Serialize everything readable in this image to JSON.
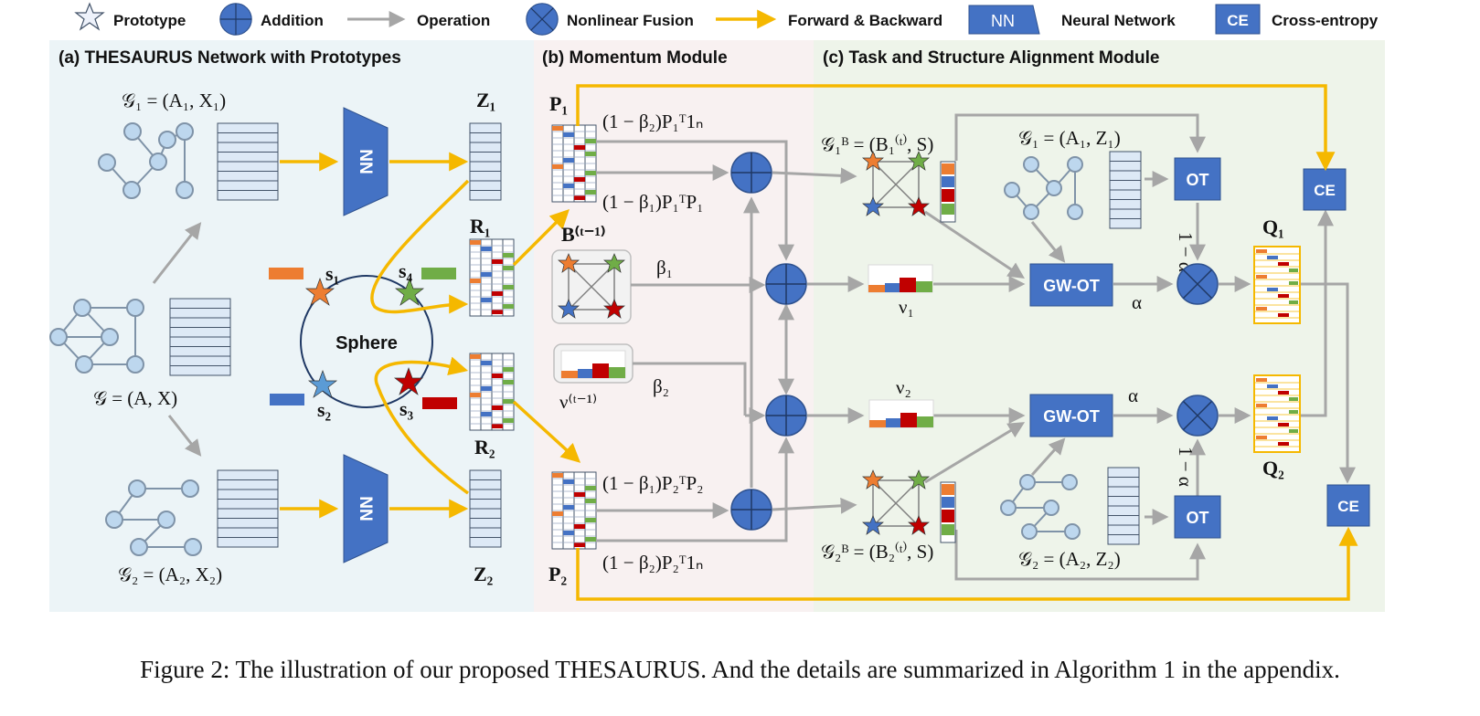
{
  "legend": {
    "prototype": "Prototype",
    "addition": "Addition",
    "operation": "Operation",
    "nonlinear": "Nonlinear Fusion",
    "forward": "Forward & Backward",
    "nn_box": "NN",
    "nn": "Neural Network",
    "ce_box": "CE",
    "ce": "Cross-entropy"
  },
  "panels": {
    "a_title": "(a) THESAURUS Network with Prototypes",
    "b_title": "(b) Momentum Module",
    "c_title": "(c) Task and Structure Alignment Module"
  },
  "panel_a": {
    "g1": "𝒢₁ = (A₁, X₁)",
    "g": "𝒢 = (A, X)",
    "g2": "𝒢₂ = (A₂, X₂)",
    "z1": "Z₁",
    "z2": "Z₂",
    "r1": "R₁",
    "r2": "R₂",
    "sphere": "Sphere",
    "s1": "s₁",
    "s2": "s₂",
    "s3": "s₃",
    "s4": "s₄",
    "nn1": "NN",
    "nn2": "NN"
  },
  "panel_b": {
    "p1": "P₁",
    "p2": "P₂",
    "top1": "(1 − β₂)P₁ᵀ1ₙ",
    "top2": "(1 − β₁)P₁ᵀP₁",
    "bprev": "B⁽ᵗ⁻¹⁾",
    "beta1": "β₁",
    "beta2": "β₂",
    "nuprev": "ν⁽ᵗ⁻¹⁾",
    "bot1": "(1 − β₁)P₂ᵀP₂",
    "bot2": "(1 − β₂)P₂ᵀ1ₙ"
  },
  "panel_c": {
    "g1b": "𝒢₁ᴮ = (B₁⁽ᵗ⁾, S)",
    "g1z": "𝒢₁ = (A₁, Z₁)",
    "g2b": "𝒢₂ᴮ = (B₂⁽ᵗ⁾, S)",
    "g2z": "𝒢₂ = (A₂, Z₂)",
    "ot_top": "OT",
    "ot_bot": "OT",
    "gwot_top": "GW-OT",
    "gwot_bot": "GW-OT",
    "ce_top": "CE",
    "ce_bot": "CE",
    "alpha_top": "α",
    "alpha_bot": "α",
    "one_minus_alpha_top": "1 − α",
    "one_minus_alpha_bot": "1 − α",
    "nu1": "ν₁",
    "nu2": "ν₂",
    "q1": "Q₁",
    "q2": "Q₂"
  },
  "colors": {
    "blue": "#4472c4",
    "orange": "#ed7d31",
    "green": "#70ad47",
    "red": "#c00000",
    "yellow": "#f5b800",
    "grey": "#a6a6a6",
    "panel_a_bg": "#ecf4f7",
    "panel_b_bg": "#f8f1f1",
    "panel_c_bg": "#eef4ea"
  },
  "caption": "Figure 2: The illustration of our proposed THESAURUS. And the details are summarized in Algorithm 1 in the appendix."
}
